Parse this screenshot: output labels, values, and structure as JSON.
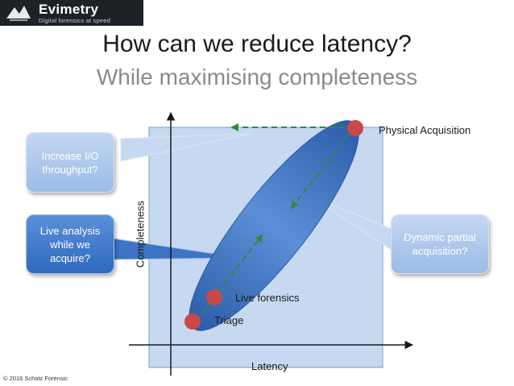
{
  "brand": {
    "name": "Evimetry",
    "tagline": "Digital forensics at speed"
  },
  "slide": {
    "title": "How can we reduce latency?",
    "subtitle": "While maximising completeness"
  },
  "axes": {
    "x_label": "Latency",
    "y_label": "Completeness"
  },
  "points": [
    {
      "label": "Physical Acquisition"
    },
    {
      "label": "Live forensics"
    },
    {
      "label": "Triage"
    }
  ],
  "callouts": {
    "io": "Increase I/O throughput?",
    "live": "Live analysis while we acquire?",
    "partial": "Dynamic partial acquisition?"
  },
  "colors": {
    "panel_fill": "#c6d9f1",
    "ellipse": "#4a7bc8",
    "point": "#c9494a",
    "arrow": "#2e8b3d",
    "logo_bg": "#1e2125"
  },
  "footer": "© 2016 Schatz Forensic"
}
